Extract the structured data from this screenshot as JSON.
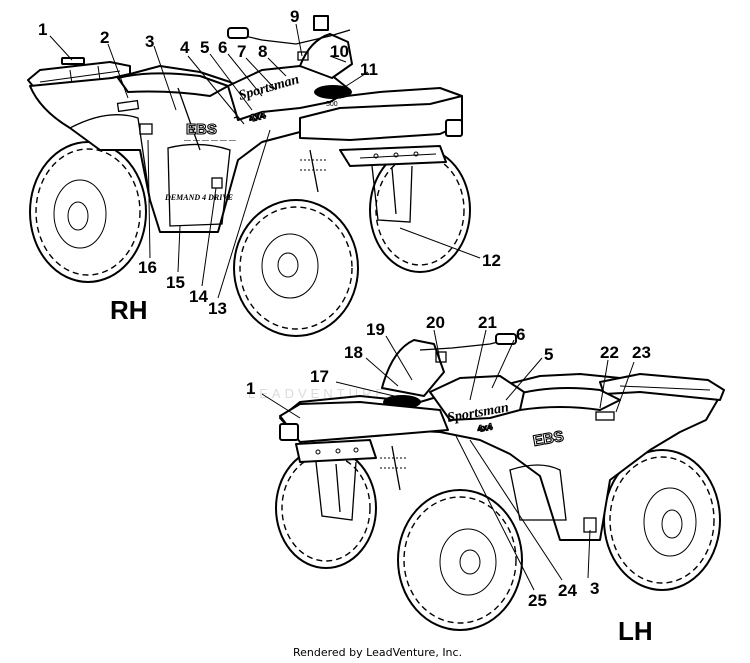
{
  "view_labels": {
    "rh": "RH",
    "lh": "LH"
  },
  "callouts": {
    "rh": [
      "1",
      "2",
      "3",
      "4",
      "5",
      "6",
      "7",
      "8",
      "9",
      "10",
      "11",
      "12",
      "13",
      "14",
      "15",
      "16"
    ],
    "lh": [
      "1",
      "3",
      "5",
      "6",
      "17",
      "18",
      "19",
      "20",
      "21",
      "22",
      "23",
      "24",
      "25"
    ]
  },
  "decals": {
    "sportsman": "Sportsman",
    "model": "500",
    "ebs": "EBS",
    "demand_drive": "DEMAND 4 DRIVE"
  },
  "watermark": "LEADVENTURE",
  "credit": "Rendered by LeadVenture, Inc."
}
